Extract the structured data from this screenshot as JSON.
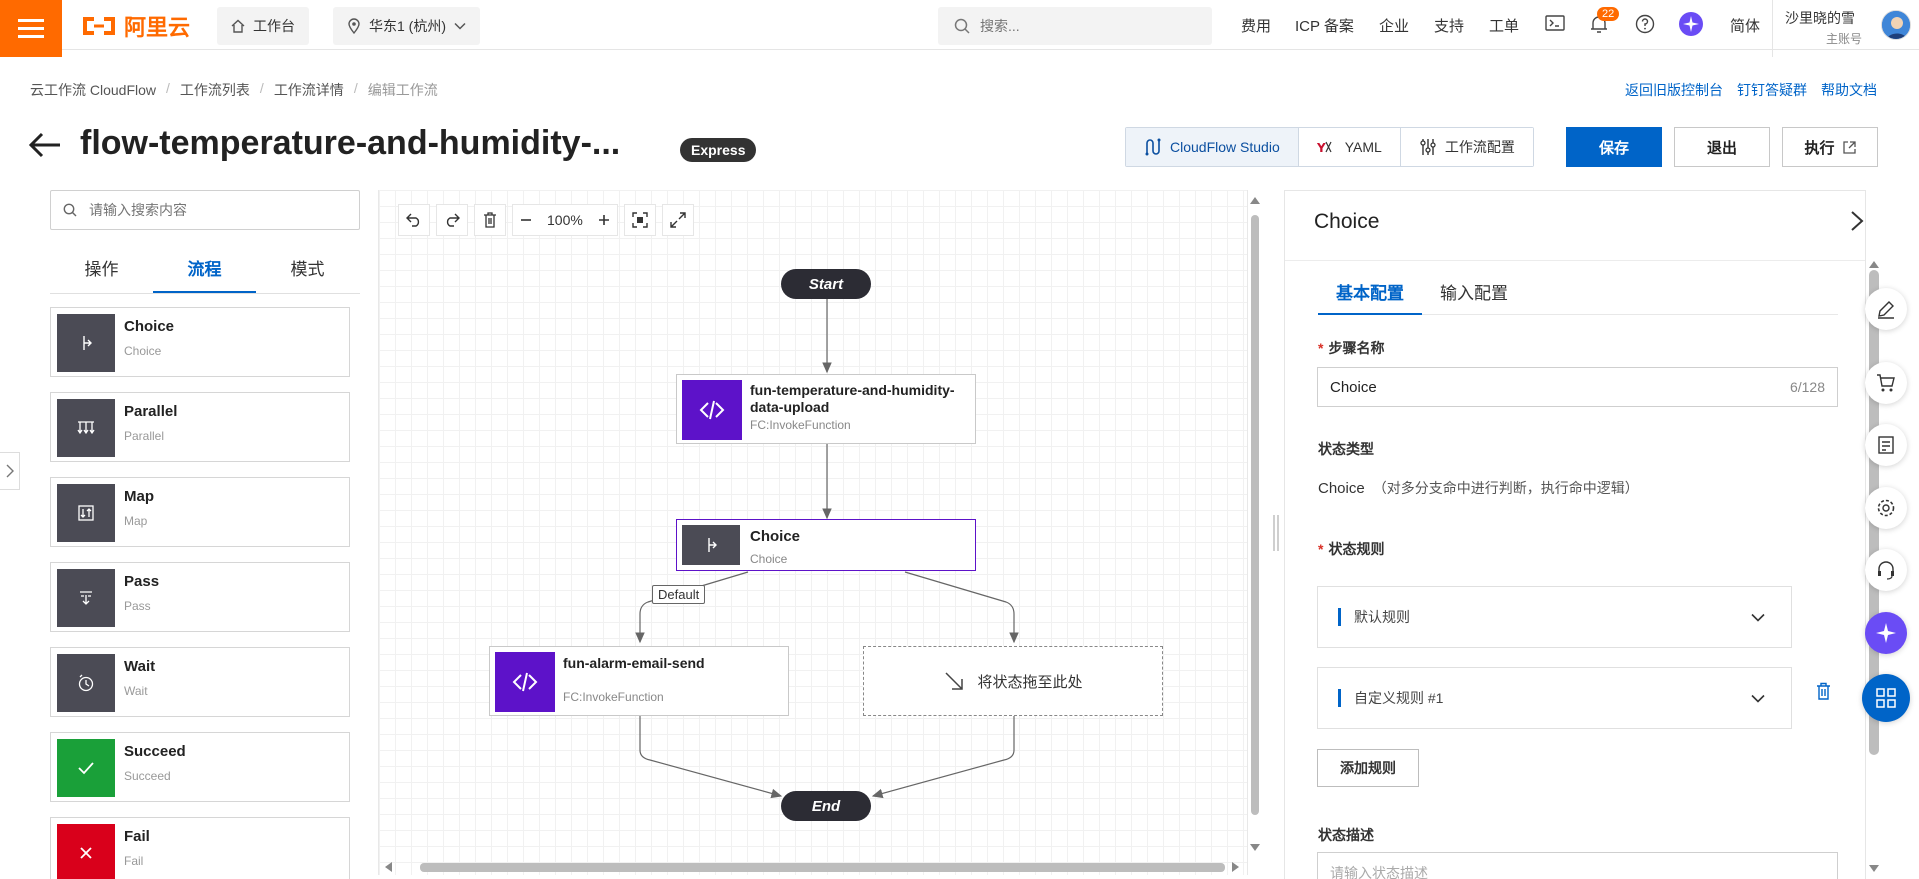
{
  "brand": {
    "logo_text": "阿里云",
    "color": "#ff6a00"
  },
  "header": {
    "workbench": "工作台",
    "region": "华东1 (杭州)",
    "search_placeholder": "搜索...",
    "nav": [
      "费用",
      "ICP 备案",
      "企业",
      "支持",
      "工单"
    ],
    "notification_count": "22",
    "language": "简体",
    "user_name": "沙里晓的雪",
    "user_role": "主账号"
  },
  "breadcrumb": [
    "云工作流 CloudFlow",
    "工作流列表",
    "工作流详情",
    "编辑工作流"
  ],
  "top_links": [
    "返回旧版控制台",
    "钉钉答疑群",
    "帮助文档"
  ],
  "title": {
    "text": "flow-temperature-and-humidity-...",
    "badge": "Express"
  },
  "actions": {
    "modes": [
      "CloudFlow Studio",
      "YAML",
      "工作流配置"
    ],
    "save": "保存",
    "exit": "退出",
    "run": "执行",
    "accent": "#0064c8"
  },
  "left_panel": {
    "search_placeholder": "请输入搜索内容",
    "tabs": [
      "操作",
      "流程",
      "模式"
    ],
    "states": [
      {
        "name": "Choice",
        "sub": "Choice",
        "icon": "choice-icon",
        "color": "#4b4b55"
      },
      {
        "name": "Parallel",
        "sub": "Parallel",
        "icon": "parallel-icon",
        "color": "#4b4b55"
      },
      {
        "name": "Map",
        "sub": "Map",
        "icon": "map-icon",
        "color": "#4b4b55"
      },
      {
        "name": "Pass",
        "sub": "Pass",
        "icon": "pass-icon",
        "color": "#4b4b55"
      },
      {
        "name": "Wait",
        "sub": "Wait",
        "icon": "wait-icon",
        "color": "#4b4b55"
      },
      {
        "name": "Succeed",
        "sub": "Succeed",
        "icon": "check-icon",
        "color": "#1aa039"
      },
      {
        "name": "Fail",
        "sub": "Fail",
        "icon": "close-icon",
        "color": "#d9001b"
      }
    ]
  },
  "canvas": {
    "zoom": "100%",
    "start": "Start",
    "end": "End",
    "invoke_node": {
      "name_line1": "fun-temperature-and-humidity-",
      "name_line2": "data-upload",
      "sub": "FC:InvokeFunction"
    },
    "choice_node": {
      "name": "Choice",
      "sub": "Choice"
    },
    "default_label": "Default",
    "email_node": {
      "name": "fun-alarm-email-send",
      "sub": "FC:InvokeFunction"
    },
    "drop_zone": "将状态拖至此处",
    "invoke_color": "#5d12c9"
  },
  "right_panel": {
    "title": "Choice",
    "tabs": [
      "基本配置",
      "输入配置"
    ],
    "step_name_label": "步骤名称",
    "step_name_value": "Choice",
    "step_name_count": "6/128",
    "state_type_label": "状态类型",
    "state_type_value": "Choice",
    "state_type_desc": "（对多分支命中进行判断，执行命中逻辑）",
    "rules_label": "状态规则",
    "rules": [
      "默认规则",
      "自定义规则 #1"
    ],
    "add_rule": "添加规则",
    "desc_label": "状态描述",
    "desc_placeholder": "请输入状态描述"
  }
}
